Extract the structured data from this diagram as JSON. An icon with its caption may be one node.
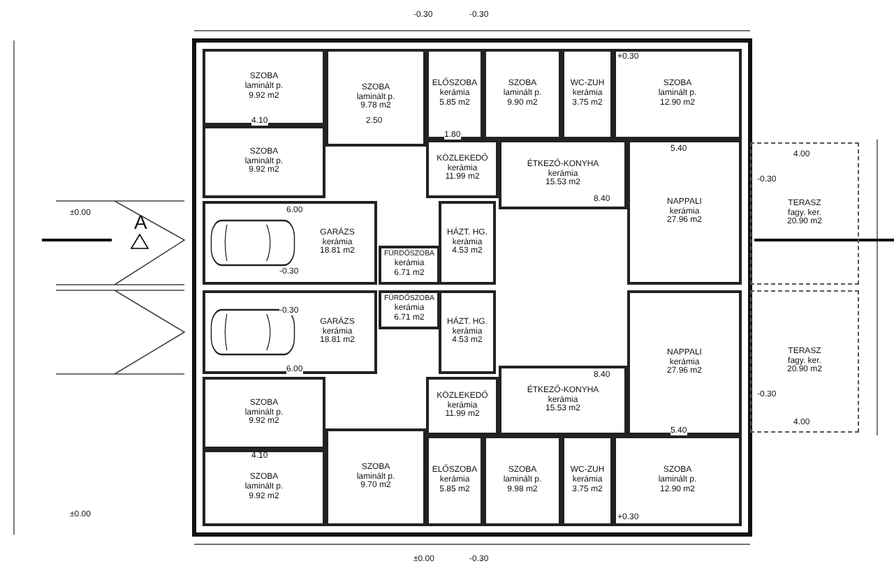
{
  "diagram": {
    "nodes": [
      {
        "text": [
          "SZOBA",
          "laminált p.",
          "9.92 m2"
        ]
      },
      {
        "text": [
          "SZOBA",
          "laminált p.",
          "9.78 m2"
        ]
      },
      {
        "text": [
          "ELŐSZOBA",
          "kerámia",
          "5.85 m2"
        ]
      },
      {
        "text": [
          "SZOBA",
          "laminált p.",
          "9.90 m2"
        ]
      },
      {
        "text": [
          "WC-ZUH",
          "kerámia",
          "3.75 m2"
        ]
      },
      {
        "text": [
          "SZOBA",
          "laminált p.",
          "12.90 m2"
        ]
      },
      {
        "text": [
          "SZOBA",
          "laminált p.",
          "9.92 m2"
        ]
      },
      {
        "text": [
          "KÖZLEKEDŐ",
          "kerámia",
          "11.99 m2"
        ]
      },
      {
        "text": [
          "ÉTKEZŐ-KONYHA",
          "kerámia",
          "15.53 m2"
        ]
      },
      {
        "text": [
          "TERASZ",
          "fagy. ker.",
          "20.90 m2"
        ]
      },
      {
        "text": [
          "GARÁZS",
          "kerámia",
          "18.81 m2"
        ]
      },
      {
        "text": [
          "HÁZT. HG.",
          "kerámia",
          "4.53 m2"
        ]
      },
      {
        "text": [
          "NAPPALI",
          "kerámia",
          "27.96 m2"
        ]
      },
      {
        "text": [
          "FÜRDŐSZOBA",
          "kerámia",
          "6.71 m2"
        ]
      },
      {
        "text": [
          "FÜRDŐSZOBA",
          "kerámia",
          "6.71 m2"
        ]
      },
      {
        "text": [
          "GARÁZS",
          "kerámia",
          "18.81 m2"
        ]
      },
      {
        "text": [
          "HÁZT. HG.",
          "kerámia",
          "4.53 m2"
        ]
      },
      {
        "text": [
          "NAPPALI",
          "kerámia",
          "27.96 m2"
        ]
      },
      {
        "text": [
          "KÖZLEKEDŐ",
          "kerámia",
          "11.99 m2"
        ]
      },
      {
        "text": [
          "ÉTKEZŐ-KONYHA",
          "kerámia",
          "15.53 m2"
        ]
      },
      {
        "text": [
          "TERASZ",
          "fagy. ker.",
          "20.90 m2"
        ]
      },
      {
        "text": [
          "SZOBA",
          "laminált p.",
          "9.92 m2"
        ]
      },
      {
        "text": [
          "SZOBA",
          "laminált p.",
          "9.92 m2"
        ]
      },
      {
        "text": [
          "SZOBA",
          "laminált p.",
          "9.70 m2"
        ]
      },
      {
        "text": [
          "ELŐSZOBA",
          "kerámia",
          "5.85 m2"
        ]
      },
      {
        "text": [
          "SZOBA",
          "laminált p.",
          "9.98 m2"
        ]
      },
      {
        "text": [
          "WC-ZUH",
          "kerámia",
          "3.75 m2"
        ]
      },
      {
        "text": [
          "SZOBA",
          "laminált p.",
          "12.90 m2"
        ]
      }
    ],
    "edges": [],
    "labels": [
      "A",
      "±0.00",
      "±0.00",
      "-0.30",
      "-0.30",
      "-0.30",
      "+0.30",
      "6.00",
      "8.40",
      "4.10",
      "2.50",
      "1.80",
      "5.40",
      "4.00",
      "-0.30",
      "-0.30",
      "+0.30",
      "6.00",
      "8.40",
      "4.10",
      "5.40",
      "4.00",
      "-0.30",
      "±0.00",
      "-0.30"
    ]
  }
}
